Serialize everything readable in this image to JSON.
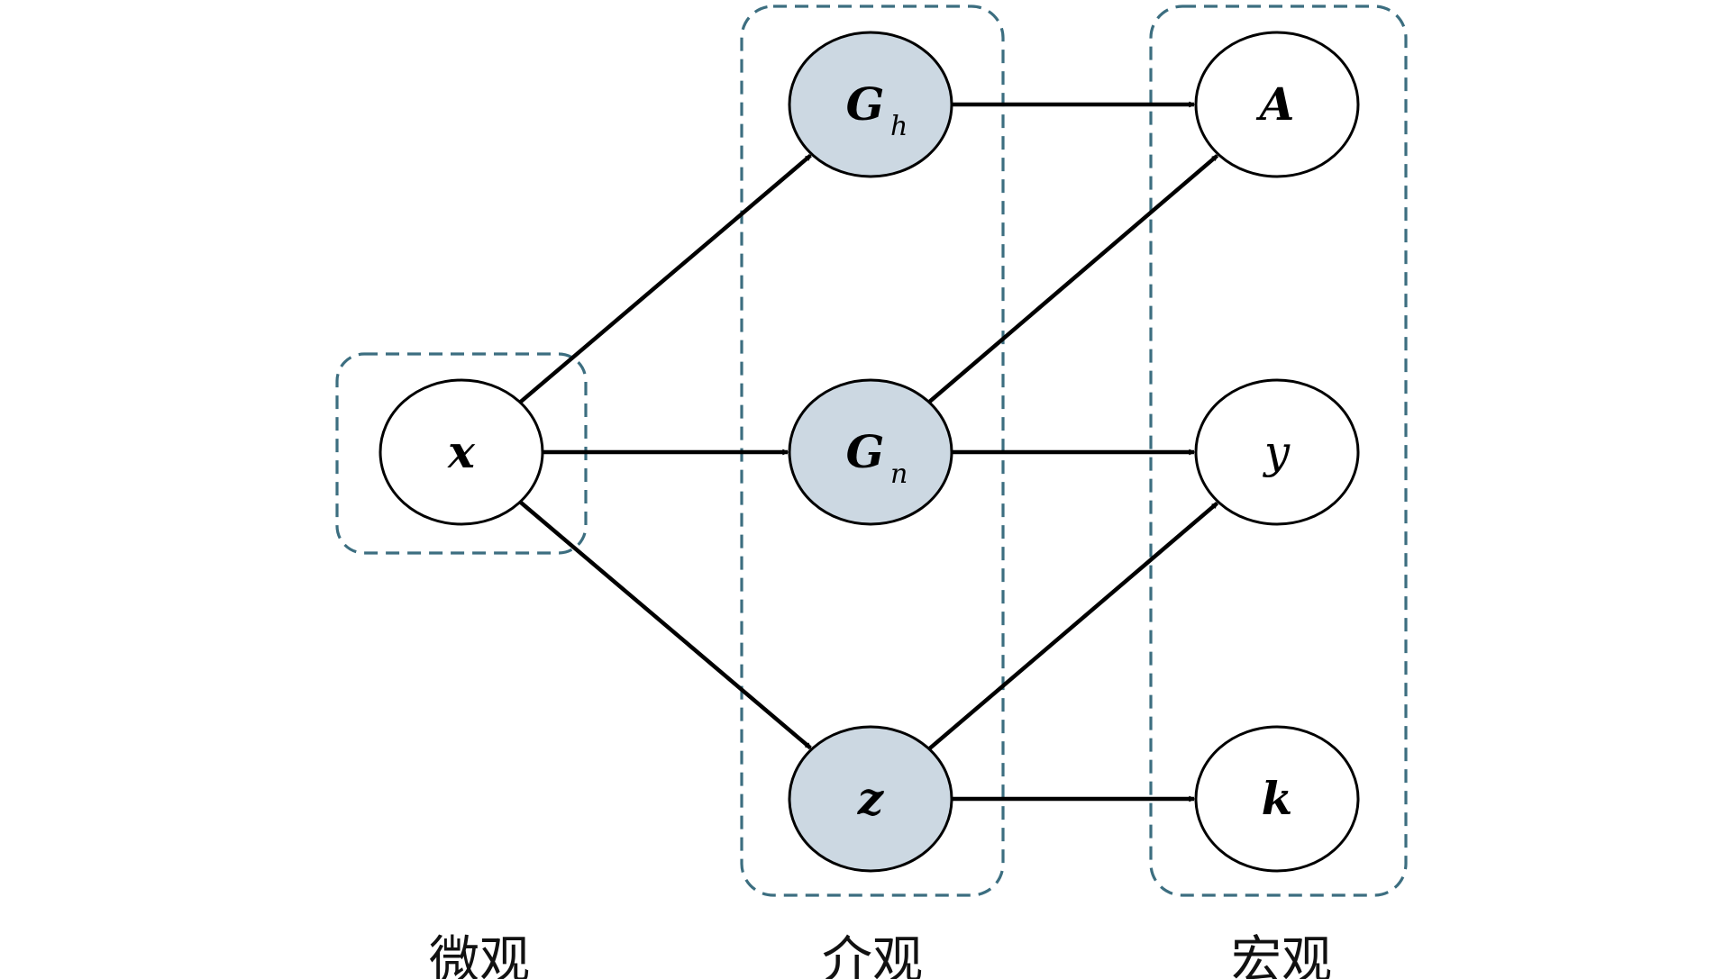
{
  "colors": {
    "group_border": "#3c6e80",
    "node_shaded": "#ccd8e2",
    "node_plain": "#ffffff",
    "edge": "#000000"
  },
  "groups": [
    {
      "id": "micro",
      "label": "微观"
    },
    {
      "id": "meso",
      "label": "介观"
    },
    {
      "id": "macro",
      "label": "宏观"
    }
  ],
  "nodes": [
    {
      "id": "x",
      "group": "micro",
      "label": "x",
      "sub": "",
      "shaded": false,
      "bold": true
    },
    {
      "id": "Gh",
      "group": "meso",
      "label": "G",
      "sub": "h",
      "shaded": true,
      "bold": true
    },
    {
      "id": "Gn",
      "group": "meso",
      "label": "G",
      "sub": "n",
      "shaded": true,
      "bold": true
    },
    {
      "id": "z",
      "group": "meso",
      "label": "z",
      "sub": "",
      "shaded": true,
      "bold": true
    },
    {
      "id": "A",
      "group": "macro",
      "label": "A",
      "sub": "",
      "shaded": false,
      "bold": true
    },
    {
      "id": "y",
      "group": "macro",
      "label": "y",
      "sub": "",
      "shaded": false,
      "bold": false
    },
    {
      "id": "k",
      "group": "macro",
      "label": "k",
      "sub": "",
      "shaded": false,
      "bold": true
    }
  ],
  "edges": [
    {
      "from": "x",
      "to": "Gh"
    },
    {
      "from": "x",
      "to": "Gn"
    },
    {
      "from": "x",
      "to": "z"
    },
    {
      "from": "Gh",
      "to": "A"
    },
    {
      "from": "Gn",
      "to": "A"
    },
    {
      "from": "Gn",
      "to": "y"
    },
    {
      "from": "z",
      "to": "y"
    },
    {
      "from": "z",
      "to": "k"
    }
  ]
}
